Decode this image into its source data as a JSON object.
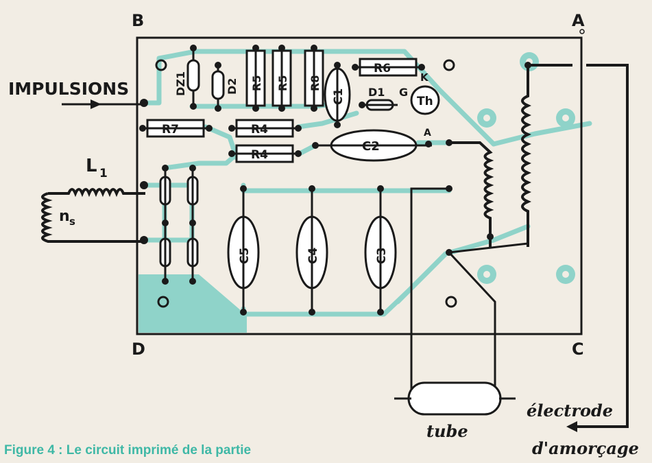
{
  "colors": {
    "paper": "#f2ede4",
    "trace": "#8fd3c9",
    "ink": "#1a1a1a",
    "caption": "#3fb8a6"
  },
  "corners": {
    "a": "A",
    "b": "B",
    "c": "C",
    "d": "D"
  },
  "input_label": "IMPULSIONS",
  "inductors": {
    "l1": "L",
    "l1_sub": "1",
    "ns": "n",
    "ns_sub": "s"
  },
  "components": {
    "dz1": "DZ1",
    "d2": "D2",
    "r5a": "R5",
    "r5b": "R5",
    "r8": "R8",
    "c1": "C1",
    "r6": "R6",
    "d1": "D1",
    "g": "G",
    "k": "K",
    "th": "Th",
    "r7": "R7",
    "r4a": "R4",
    "r4b": "R4",
    "c2": "C2",
    "a_pin": "A",
    "c5": "C5",
    "c4": "C4",
    "c3": "C3"
  },
  "handwritten": {
    "tube": "tube",
    "electrode_1": "électrode",
    "electrode_2": "d'amorçage"
  },
  "caption": "Figure 4 : Le circuit imprimé de la partie"
}
